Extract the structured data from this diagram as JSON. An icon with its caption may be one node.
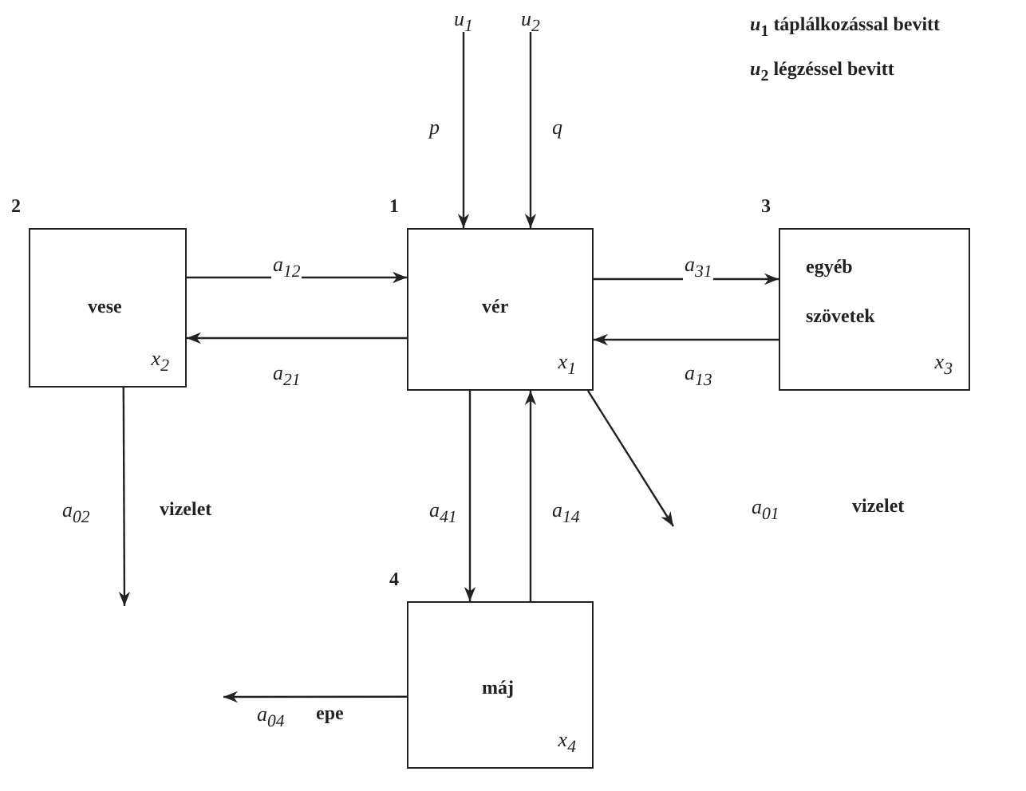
{
  "diagram": {
    "nodes": [
      {
        "text": [
          "2",
          "vese",
          "x$_{2}$"
        ]
      },
      {
        "text": [
          "1",
          "vér",
          "x$_{1}$"
        ]
      },
      {
        "text": [
          "3",
          "egyéb szövetek",
          "x$_{3}$"
        ]
      },
      {
        "text": [
          "4",
          "máj",
          "x$_{4}$"
        ]
      },
      {
        "text": [
          "u$_{1}$"
        ]
      },
      {
        "text": [
          "u$_{2}$"
        ]
      }
    ],
    "edges": [
      {
        "from": 4,
        "to": 1,
        "arrow": "to",
        "label": "p"
      },
      {
        "from": 5,
        "to": 1,
        "arrow": "to",
        "label": "q"
      },
      {
        "from": 0,
        "to": 1,
        "arrow": "to",
        "label": "a$_{12}$"
      },
      {
        "from": 1,
        "to": 0,
        "arrow": "to",
        "label": "a$_{21}$"
      },
      {
        "from": 1,
        "to": 2,
        "arrow": "to",
        "label": "a$_{31}$"
      },
      {
        "from": 2,
        "to": 1,
        "arrow": "to",
        "label": "a$_{13}$"
      },
      {
        "from": 1,
        "to": 3,
        "arrow": "to",
        "label": "a$_{41}$"
      },
      {
        "from": 3,
        "to": 1,
        "arrow": "to",
        "label": "a$_{14}$"
      },
      {
        "from": 1,
        "to": null,
        "arrow": "to",
        "label": "a$_{01}$"
      },
      {
        "from": 0,
        "to": null,
        "arrow": "to",
        "label": "a$_{02}$"
      },
      {
        "from": 3,
        "to": null,
        "arrow": "to",
        "label": "a$_{04}$"
      }
    ],
    "labels": [
      "*u*$_{1}$ táplálkozással bevitt",
      "*u*$_{2}$ légzéssel bevitt",
      "vizelet",
      "vizelet",
      "epe"
    ]
  }
}
